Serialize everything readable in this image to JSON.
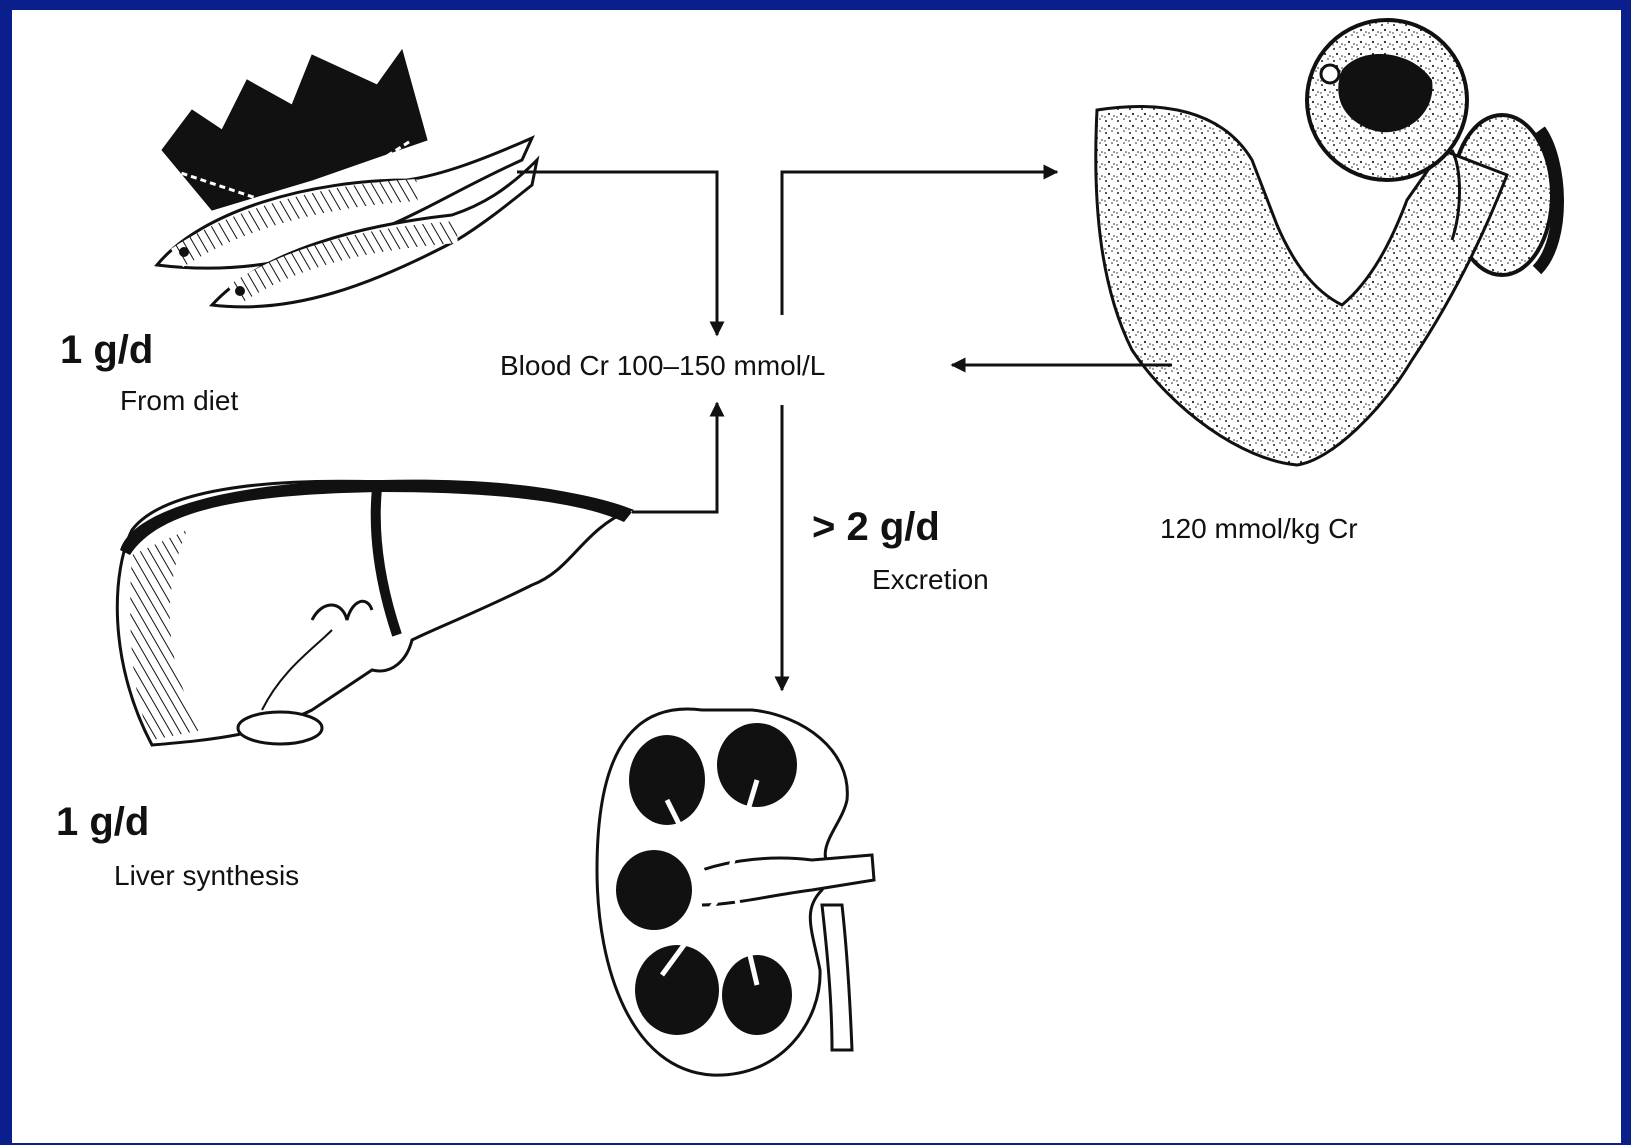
{
  "diagram": {
    "center_label": "Blood Cr 100–150 mmol/L",
    "diet": {
      "amount": "1 g/d",
      "caption": "From diet",
      "illustration": "fish-icon"
    },
    "liver": {
      "amount": "1 g/d",
      "caption": "Liver synthesis",
      "illustration": "liver-icon"
    },
    "excretion": {
      "amount": "> 2 g/d",
      "caption": "Excretion",
      "illustration": "kidney-icon"
    },
    "muscle": {
      "caption": "120 mmol/kg Cr",
      "illustration": "flexed-arm-dumbbell-icon"
    }
  }
}
